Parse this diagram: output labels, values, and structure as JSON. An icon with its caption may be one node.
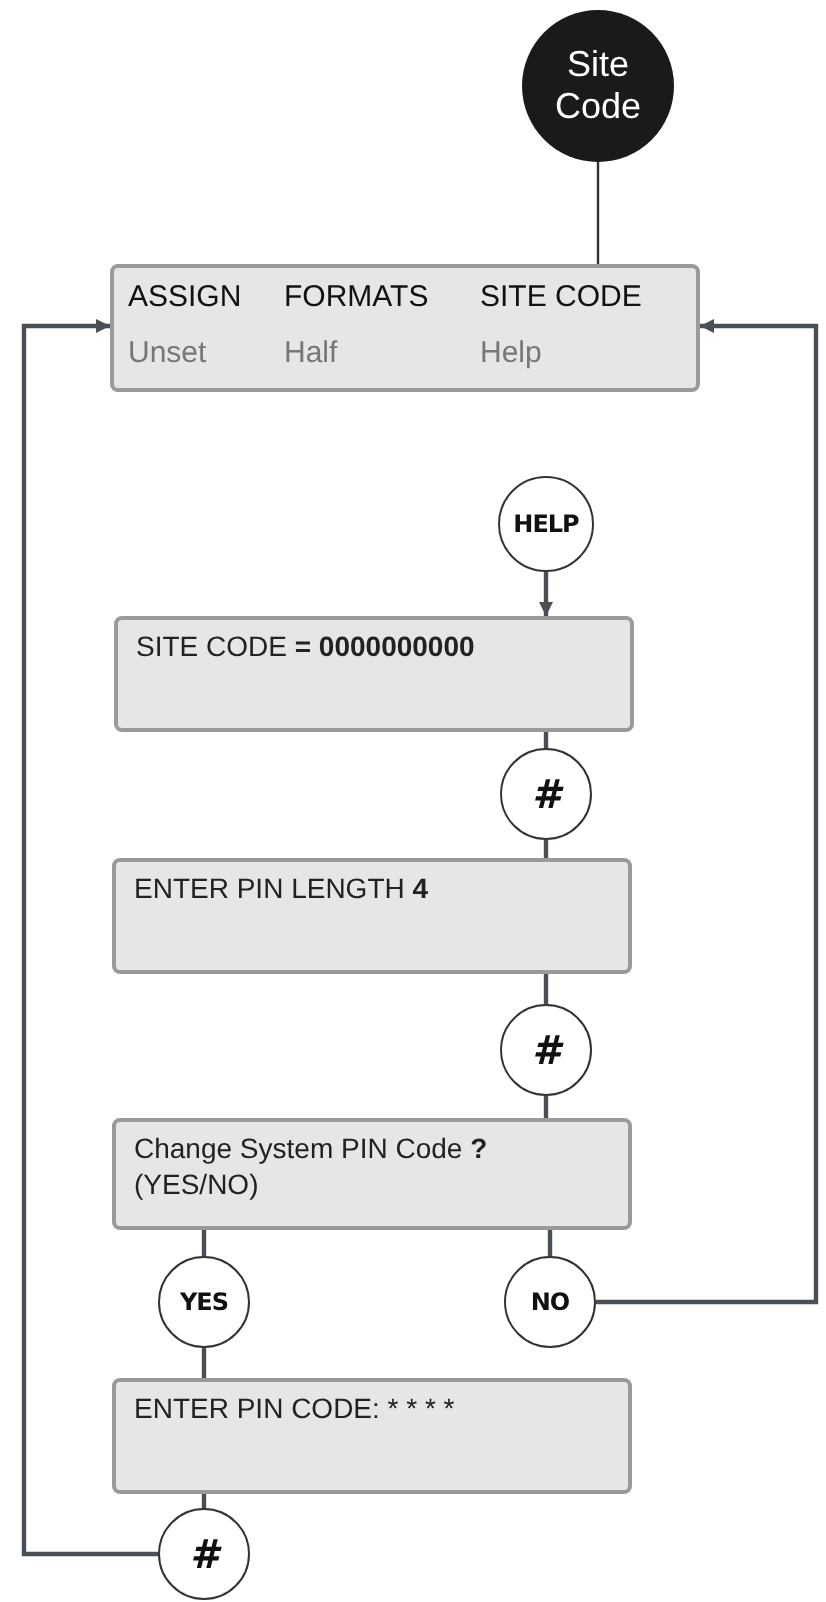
{
  "diagram": {
    "nodes": [
      {
        "text": [
          "Site Code"
        ]
      },
      {
        "text": [
          "ASSIGN",
          "FORMATS",
          "SITE CODE",
          "Unset",
          "Half",
          "Help"
        ]
      },
      {
        "text": [
          "HELP"
        ]
      },
      {
        "text": [
          "SITE CODE **= 0000000000**"
        ]
      },
      {
        "text": [
          "#"
        ]
      },
      {
        "text": [
          "ENTER PIN LENGTH **4**"
        ]
      },
      {
        "text": [
          "#"
        ]
      },
      {
        "text": [
          "Change System PIN Code **?**",
          "(YES/NO)"
        ]
      },
      {
        "text": [
          "YES"
        ]
      },
      {
        "text": [
          "NO"
        ]
      },
      {
        "text": [
          "ENTER PIN CODE: * * * *"
        ]
      },
      {
        "text": [
          "#"
        ]
      }
    ],
    "edges": [
      {
        "from": 0,
        "to": 1,
        "arrow": "none"
      },
      {
        "from": 2,
        "to": 3,
        "arrow": "to"
      },
      {
        "from": 3,
        "to": 4,
        "arrow": "none"
      },
      {
        "from": 4,
        "to": 5,
        "arrow": "none"
      },
      {
        "from": 5,
        "to": 6,
        "arrow": "none"
      },
      {
        "from": 6,
        "to": 7,
        "arrow": "none"
      },
      {
        "from": 7,
        "to": 8,
        "arrow": "none"
      },
      {
        "from": 7,
        "to": 9,
        "arrow": "none"
      },
      {
        "from": 8,
        "to": 10,
        "arrow": "none"
      },
      {
        "from": 10,
        "to": 11,
        "arrow": "none"
      },
      {
        "from": 11,
        "to": 1,
        "arrow": "to"
      },
      {
        "from": 9,
        "to": 1,
        "arrow": "to"
      }
    ]
  }
}
